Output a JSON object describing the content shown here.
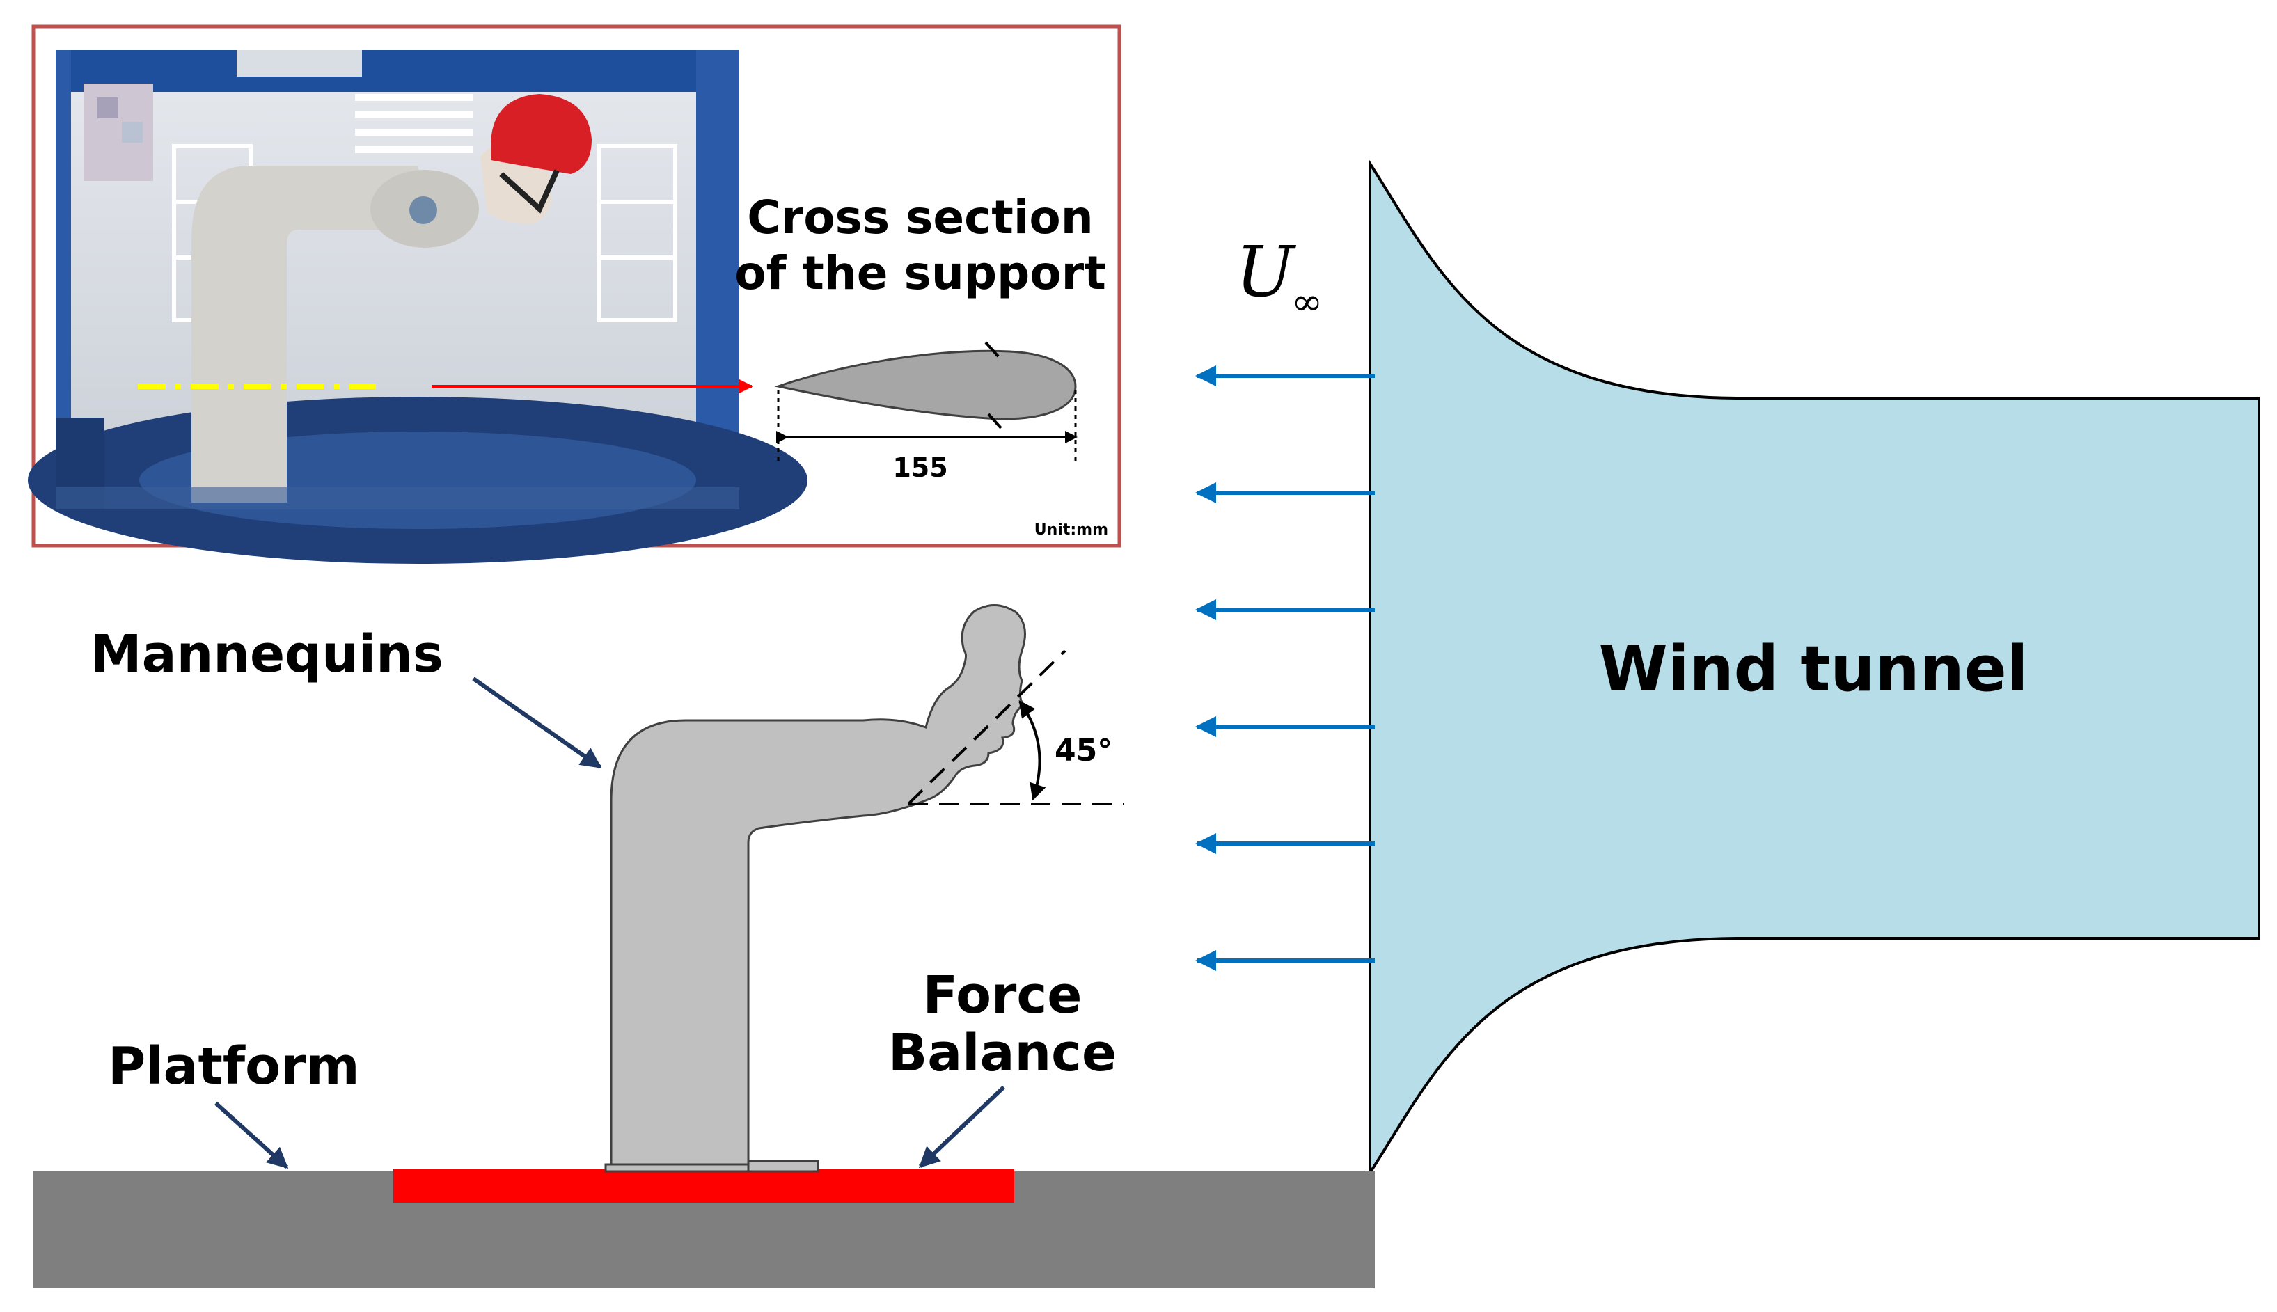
{
  "inset": {
    "cross_section_title_line1": "Cross section",
    "cross_section_title_line2": "of the support",
    "dimension_value": "155",
    "unit_note": "Unit:mm"
  },
  "labels": {
    "mannequins": "Mannequins",
    "platform": "Platform",
    "force_balance_line1": "Force",
    "force_balance_line2": "Balance",
    "angle": "45°",
    "wind_tunnel": "Wind tunnel",
    "freestream_symbol": "U",
    "freestream_subscript": "∞"
  },
  "colors": {
    "inset_border": "#c0504d",
    "platform": "#7f7f7f",
    "force_balance": "#ff0000",
    "mannequin": "#c0c0c0",
    "wind_tunnel": "#b7dde8",
    "flow_arrows": "#0070c0",
    "pointer_arrows": "#1f3864",
    "photo_arrow": "#ff0000",
    "photo_centerline": "#ffff00"
  },
  "flow_arrow_count": 6
}
